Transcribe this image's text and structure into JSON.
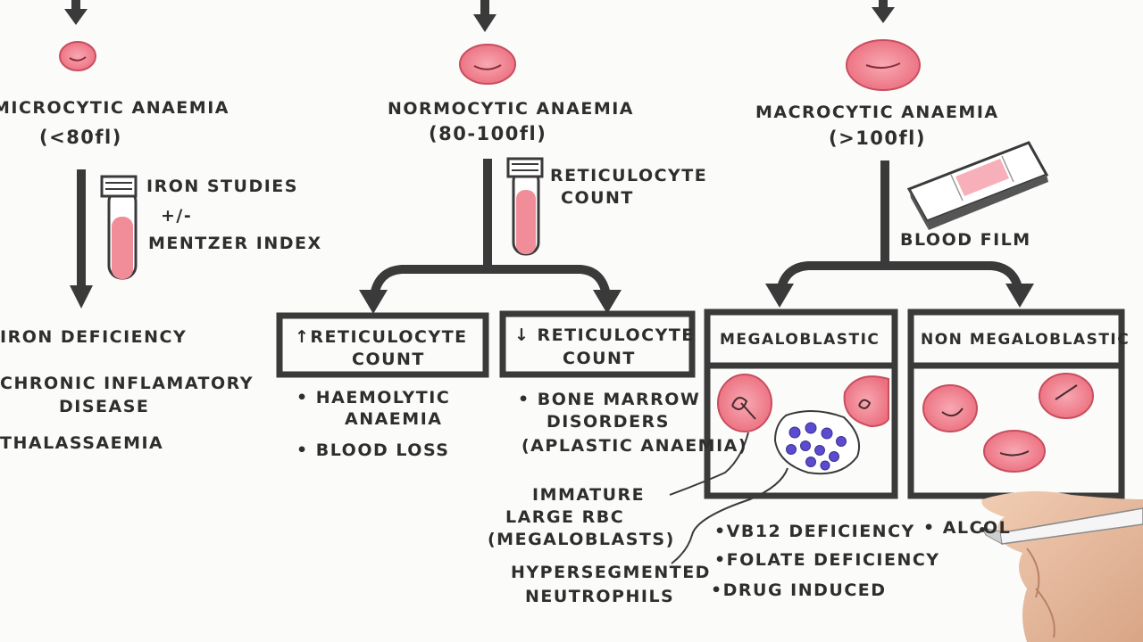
{
  "columns": {
    "microcytic": {
      "title": "MICROCYTIC ANAEMIA",
      "range": "(<80fl)",
      "test_line1": "IRON STUDIES",
      "test_line2": "+/-",
      "test_line3": "MENTZER INDEX",
      "causes": [
        "IRON DEFICIENCY",
        "CHRONIC INFLAMATORY",
        "DISEASE",
        "THALASSAEMIA"
      ]
    },
    "normocytic": {
      "title": "NORMOCYTIC ANAEMIA",
      "range": "(80-100fl)",
      "test_line1": "RETICULOCYTE",
      "test_line2": "COUNT",
      "box_high": {
        "line1": "↑RETICULOCYTE",
        "line2": "COUNT"
      },
      "box_low": {
        "line1": "↓ RETICULOCYTE",
        "line2": "COUNT"
      },
      "high_causes": [
        "• HAEMOLYTIC",
        "ANAEMIA",
        "• BLOOD LOSS"
      ],
      "low_causes": [
        "• BONE MARROW",
        "DISORDERS",
        "(APLASTIC ANAEMIA)"
      ]
    },
    "macrocytic": {
      "title": "MACROCYTIC ANAEMIA",
      "range": "(>100fl)",
      "test": "BLOOD FILM",
      "box_meg": "MEGALOBLASTIC",
      "box_nonmeg": "NON MEGALOBLASTIC",
      "meg_causes": [
        "•VB12 DEFICIENCY",
        "•FOLATE DEFICIENCY",
        "•DRUG INDUCED"
      ],
      "nonmeg_causes": [
        "• ALCOL"
      ]
    }
  },
  "annotations": {
    "immature": [
      "IMMATURE",
      "LARGE RBC",
      "(MEGALOBLASTS)"
    ],
    "hyperseg": [
      "HYPERSEGMENTED",
      "NEUTROPHILS"
    ]
  },
  "colors": {
    "ink": "#3a3a3a",
    "rbc_fill": "#ee7d8a",
    "rbc_center": "#f7a9b2",
    "rbc_stroke": "#c74e5e",
    "neutrophil": "#5b4bd0",
    "tube_fill": "#f08d98"
  }
}
